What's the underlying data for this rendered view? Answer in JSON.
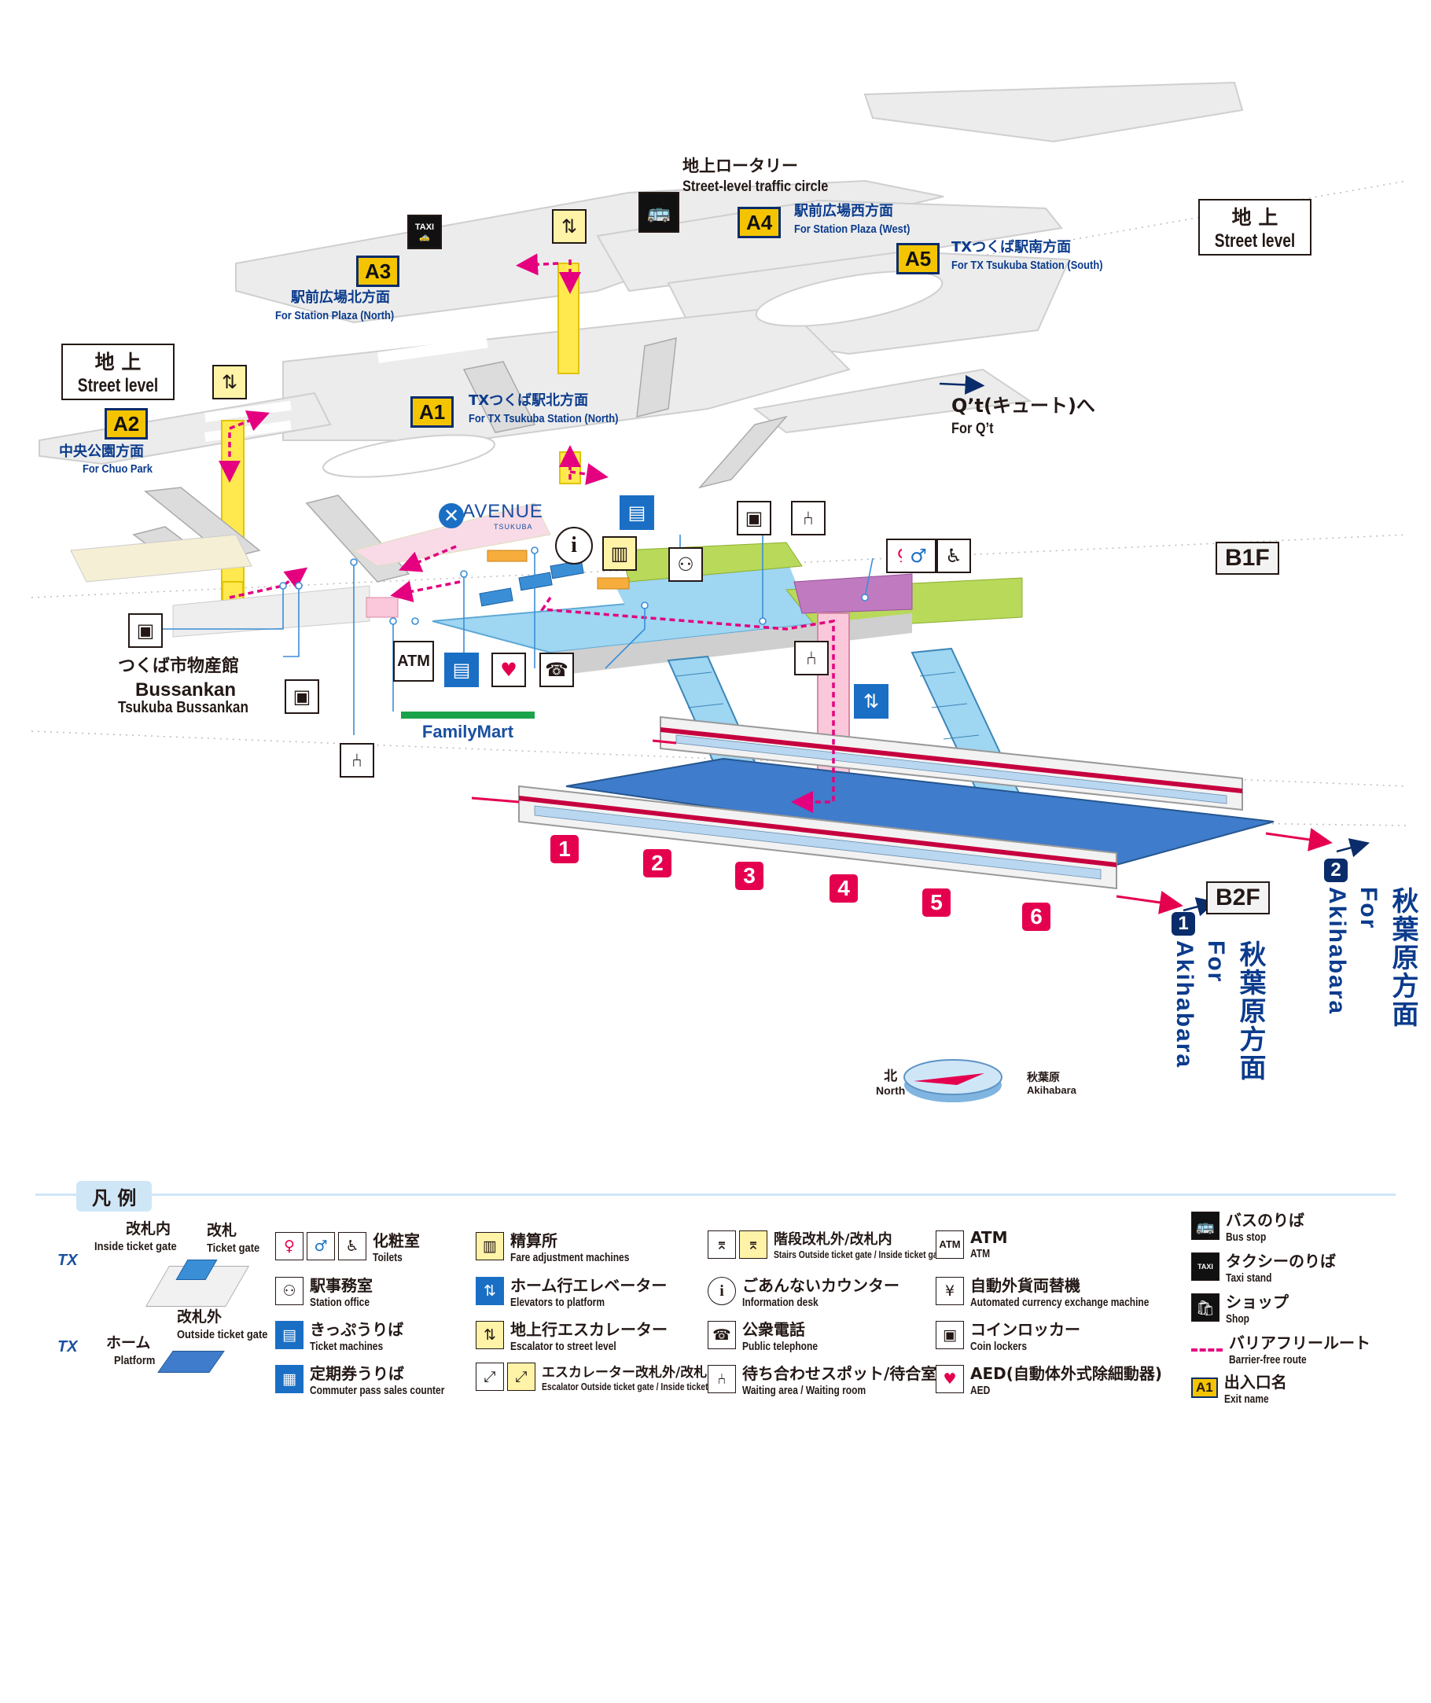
{
  "levels": {
    "street_top": {
      "jp": "地 上",
      "en": "Street level"
    },
    "street_left": {
      "jp": "地 上",
      "en": "Street level"
    },
    "b1f": "B1F",
    "b2f": "B2F"
  },
  "labels": {
    "rotary_jp": "地上ロータリー",
    "rotary_en": "Street-level traffic circle",
    "qt_jp": "Q’t(キュート)へ",
    "qt_en": "For Q’t",
    "bussankan_jp": "つくば市物産館",
    "bussankan_en1": "Bussankan",
    "bussankan_en2": "Tsukuba Bussankan",
    "avenue": "AVENUE",
    "avenue_sub": "TSUKUBA",
    "familymart": "FamilyMart",
    "atm": "ATM",
    "north_jp": "北",
    "north_en": "North",
    "akiba_jp": "秋葉原",
    "akiba_en": "Akihabara"
  },
  "exits": [
    {
      "code": "A1",
      "jp": "TXつくば駅北方面",
      "en": "For TX Tsukuba Station (North)"
    },
    {
      "code": "A2",
      "jp": "中央公園方面",
      "en": "For Chuo Park"
    },
    {
      "code": "A3",
      "jp": "駅前広場北方面",
      "en": "For Station Plaza (North)"
    },
    {
      "code": "A4",
      "jp": "駅前広場西方面",
      "en": "For Station Plaza (West)"
    },
    {
      "code": "A5",
      "jp": "TXつくば駅南方面",
      "en": "For TX Tsukuba Station (South)"
    }
  ],
  "platforms": [
    {
      "num": "1",
      "jp": "秋葉原方面",
      "en": "For Akihabara"
    },
    {
      "num": "2",
      "jp": "秋葉原方面",
      "en": "For Akihabara"
    }
  ],
  "cars": [
    "1",
    "2",
    "3",
    "4",
    "5",
    "6"
  ],
  "icons_on_map": {
    "taxi": "TAXI",
    "info": "i"
  },
  "legend": {
    "title": "凡 例",
    "gate_in_jp": "改札内",
    "gate_in_en": "Inside ticket gate",
    "gate_jp": "改札",
    "gate_en": "Ticket gate",
    "gate_out_jp": "改札外",
    "gate_out_en": "Outside ticket gate",
    "platform_jp": "ホーム",
    "platform_en": "Platform",
    "tx": "TX",
    "items": [
      {
        "jp": "化粧室",
        "en": "Toilets"
      },
      {
        "jp": "駅事務室",
        "en": "Station office"
      },
      {
        "jp": "きっぷうりば",
        "en": "Ticket machines"
      },
      {
        "jp": "定期券うりば",
        "en": "Commuter pass sales counter"
      },
      {
        "jp": "精算所",
        "en": "Fare adjustment machines"
      },
      {
        "jp": "ホーム行エレベーター",
        "en": "Elevators to platform"
      },
      {
        "jp": "地上行エスカレーター",
        "en": "Escalator to street level"
      },
      {
        "jp": "エスカレーター改札外/改札内",
        "en": "Escalator Outside ticket gate / Inside ticket gate"
      },
      {
        "jp": "階段改札外/改札内",
        "en": "Stairs Outside ticket gate / Inside ticket gate"
      },
      {
        "jp": "ごあんないカウンター",
        "en": "Information desk"
      },
      {
        "jp": "公衆電話",
        "en": "Public telephone"
      },
      {
        "jp": "待ち合わせスポット/待合室",
        "en": "Waiting area / Waiting room"
      },
      {
        "jp": "ATM",
        "en": "ATM"
      },
      {
        "jp": "自動外貨両替機",
        "en": "Automated currency exchange machine"
      },
      {
        "jp": "コインロッカー",
        "en": "Coin lockers"
      },
      {
        "jp": "AED(自動体外式除細動器)",
        "en": "AED"
      },
      {
        "jp": "バスのりば",
        "en": "Bus stop"
      },
      {
        "jp": "タクシーのりば",
        "en": "Taxi stand"
      },
      {
        "jp": "ショップ",
        "en": "Shop"
      },
      {
        "jp": "バリアフリールート",
        "en": "Barrier-free route"
      },
      {
        "jp": "出入口名",
        "en": "Exit name"
      }
    ],
    "exit_sample": "A1",
    "atm_icon": "ATM",
    "info_icon": "i",
    "taxi_icon": "TAXI"
  },
  "colors": {
    "accent_red": "#e4004f",
    "navy": "#0b2c6a",
    "exit_yellow": "#f5c400",
    "platform_blue": "#3f7ccb",
    "concourse_blue": "#9fd6f2",
    "green_zone": "#b8d95a",
    "purple_zone": "#c07ac0",
    "barrier_free": "#e4007f"
  }
}
